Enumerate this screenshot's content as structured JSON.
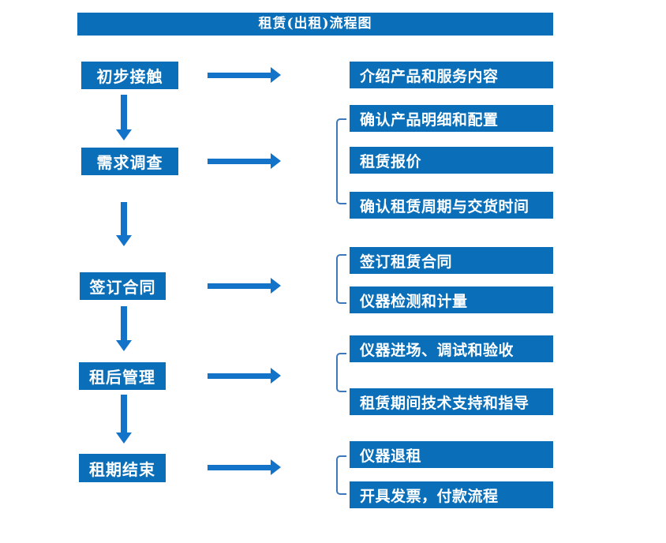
{
  "title": "租赁(出租)流程图",
  "colors": {
    "box_fill": "#0a6fb8",
    "arrow": "#1373c8",
    "bracket": "#3c78ba",
    "text": "#ffffff",
    "background": "#ffffff"
  },
  "stages": [
    {
      "label": "初步接触",
      "details": [
        "介绍产品和服务内容"
      ]
    },
    {
      "label": "需求调查",
      "details": [
        "确认产品明细和配置",
        "租赁报价",
        "确认租赁周期与交货时间"
      ]
    },
    {
      "label": "签订合同",
      "details": [
        "签订租赁合同",
        "仪器检测和计量"
      ]
    },
    {
      "label": "租后管理",
      "details": [
        "仪器进场、调试和验收",
        "租赁期间技术支持和指导"
      ]
    },
    {
      "label": "租期结束",
      "details": [
        "仪器退租",
        "开具发票，付款流程"
      ]
    }
  ]
}
